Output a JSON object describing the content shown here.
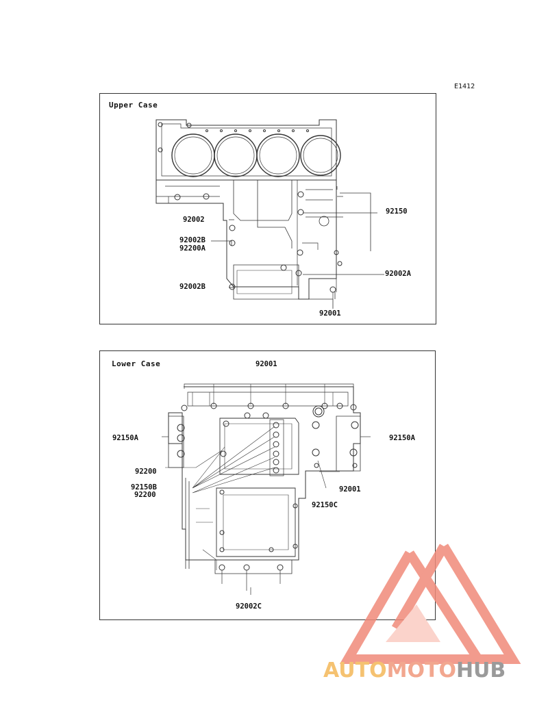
{
  "figure_code": "E1412",
  "upper_case": {
    "title": "Upper Case",
    "labels": {
      "l92150": "92150",
      "l92002": "92002",
      "l92002B_top": "92002B",
      "l92200A": "92200A",
      "l92002A": "92002A",
      "l92002B_bottom": "92002B",
      "l92001": "92001"
    }
  },
  "lower_case": {
    "title": "Lower Case",
    "labels": {
      "l92001_top": "92001",
      "l92150A_left": "92150A",
      "l92150A_right": "92150A",
      "l92200": "92200",
      "l92150B": "92150B",
      "l92200_b": "92200",
      "l92001_right": "92001",
      "l92150C": "92150C",
      "l92002C": "92002C"
    }
  },
  "watermark": {
    "brand_part1": "AUTO",
    "brand_part2": "MOTO",
    "brand_part3": "HUB"
  },
  "colors": {
    "line": "#333333",
    "watermark_red": "#f08a7a",
    "watermark_yellow": "#f5c271",
    "watermark_gray": "#9a9a9a"
  }
}
